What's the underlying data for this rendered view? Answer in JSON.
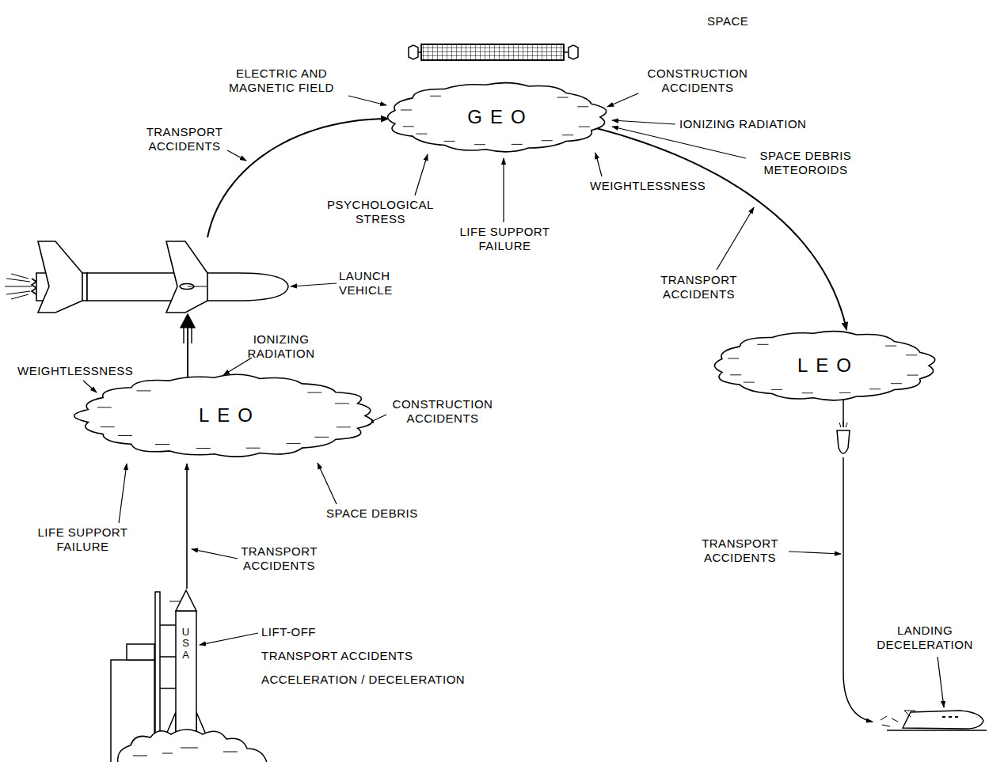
{
  "diagram": {
    "nodes": [
      {
        "text": [
          "LEO"
        ]
      },
      {
        "text": [
          "GEO"
        ]
      },
      {
        "text": [
          "LEO"
        ]
      }
    ],
    "edges": [
      {
        "from": 0,
        "to": 1,
        "arrow": "to"
      },
      {
        "from": 1,
        "to": 2,
        "arrow": "to"
      }
    ],
    "labels": [
      "SPACE",
      "ELECTRIC AND MAGNETIC FIELD",
      "CONSTRUCTION ACCIDENTS",
      "IONIZING RADIATION",
      "TRANSPORT ACCIDENTS",
      "SPACE DEBRIS METEOROIDS",
      "WEIGHTLESSNESS",
      "PSYCHOLOGICAL STRESS",
      "LIFE SUPPORT FAILURE",
      "LAUNCH VEHICLE",
      "TRANSPORT ACCIDENTS",
      "IONIZING RADIATION",
      "WEIGHTLESSNESS",
      "CONSTRUCTION ACCIDENTS",
      "SPACE DEBRIS",
      "LIFE SUPPORT FAILURE",
      "TRANSPORT ACCIDENTS",
      "TRANSPORT ACCIDENTS",
      "LIFT-OFF",
      "TRANSPORT ACCIDENTS",
      "ACCELERATION / DECELERATION",
      "LANDING DECELERATION",
      "USA"
    ]
  }
}
